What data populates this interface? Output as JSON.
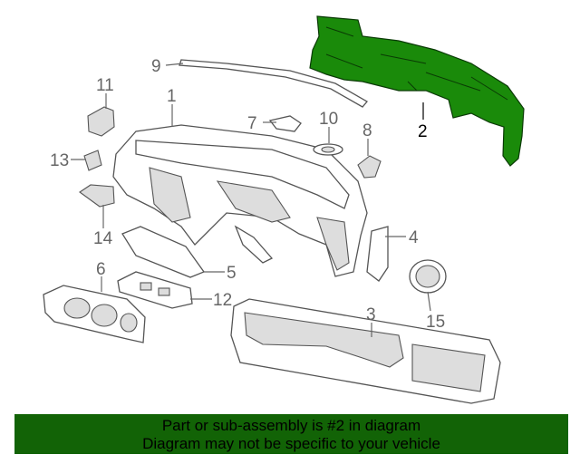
{
  "diagram": {
    "callouts": [
      "1",
      "2",
      "3",
      "4",
      "5",
      "6",
      "7",
      "8",
      "9",
      "10",
      "11",
      "12",
      "13",
      "14",
      "15"
    ],
    "highlighted_part": "2",
    "highlight_color": "#1a8a0a"
  },
  "banner": {
    "line1": "Part or sub-assembly is #2 in diagram",
    "line2": "Diagram may not be specific to your vehicle",
    "background": "#126306"
  }
}
